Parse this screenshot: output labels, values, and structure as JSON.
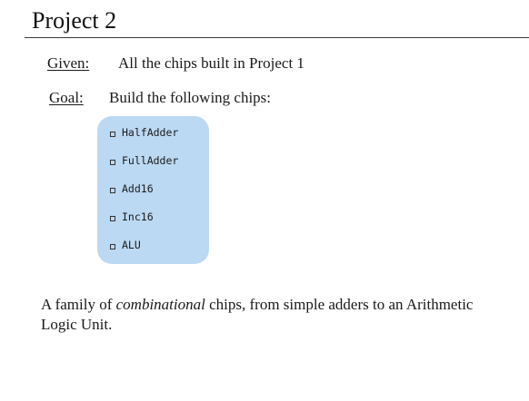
{
  "slide": {
    "title": "Project 2"
  },
  "given": {
    "label": "Given:",
    "text": "All the chips built in Project 1"
  },
  "goal": {
    "label": "Goal:",
    "text": "Build the following chips:"
  },
  "chips": [
    {
      "name": "HalfAdder",
      "icon": "square-bullet-icon"
    },
    {
      "name": "FullAdder",
      "icon": "square-bullet-icon"
    },
    {
      "name": "Add16",
      "icon": "square-bullet-icon"
    },
    {
      "name": "Inc16",
      "icon": "square-bullet-icon"
    },
    {
      "name": "ALU",
      "icon": "square-bullet-icon"
    }
  ],
  "summary": {
    "prefix": "A family of ",
    "emphasis": "combinational",
    "suffix": " chips, from simple adders to an Arithmetic Logic Unit."
  },
  "colors": {
    "chip_box_background": "#bcd9f3",
    "title_rule": "#3a3a3a"
  }
}
